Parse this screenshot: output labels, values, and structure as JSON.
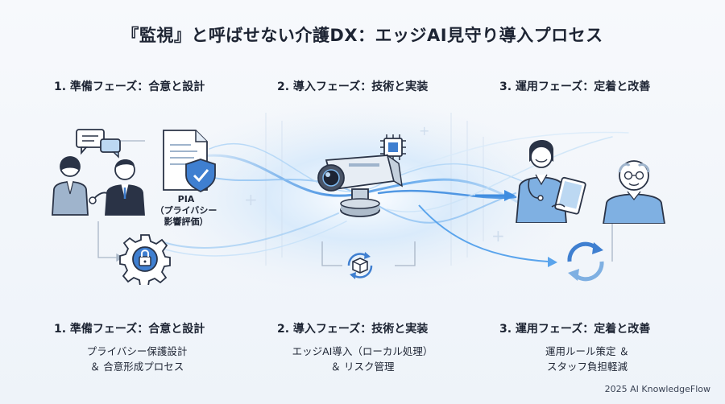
{
  "title": "『監視』と呼ばせない介護DX：エッジAI見守り導入プロセス",
  "phases": [
    {
      "heading": "1. 準備フェーズ：合意と設計",
      "description_lines": [
        "プライバシー保護設計",
        "＆ 合意形成プロセス"
      ]
    },
    {
      "heading": "2. 導入フェーズ：技術と実装",
      "description_lines": [
        "エッジAI導入（ローカル処理）",
        "＆ リスク管理"
      ]
    },
    {
      "heading": "3. 運用フェーズ：定着と改善",
      "description_lines": [
        "運用ルール策定 ＆",
        "スタッフ負担軽減"
      ]
    }
  ],
  "pia": {
    "line1": "PIA",
    "line2": "（プライバシー",
    "line3": "影響評価）"
  },
  "footer": "2025 AI KnowledgeFlow",
  "colors": {
    "stroke": "#2a3346",
    "accent_blue": "#3f7fd0",
    "light_blue": "#bcd8f2",
    "flow": "#5aa4ec"
  },
  "icons": [
    "chat-icon",
    "people-meeting-icon",
    "document-shield-icon",
    "gear-lock-icon",
    "edge-camera-icon",
    "chip-icon",
    "box-cycle-icon",
    "caregiver-tablet-icon",
    "elderly-person-icon",
    "refresh-cycle-icon"
  ]
}
